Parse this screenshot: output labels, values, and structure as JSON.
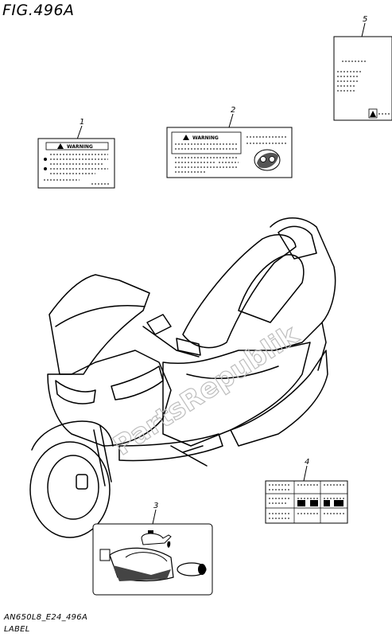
{
  "figure": {
    "title": "FIG.496A",
    "code": "AN650L8_E24_496A",
    "caption": "LABEL"
  },
  "callouts": [
    "1",
    "2",
    "3",
    "4",
    "5"
  ],
  "labels": {
    "label_1_heading": "WARNING",
    "label_2_heading": "WARNING"
  },
  "watermark": "PartsRepublik"
}
